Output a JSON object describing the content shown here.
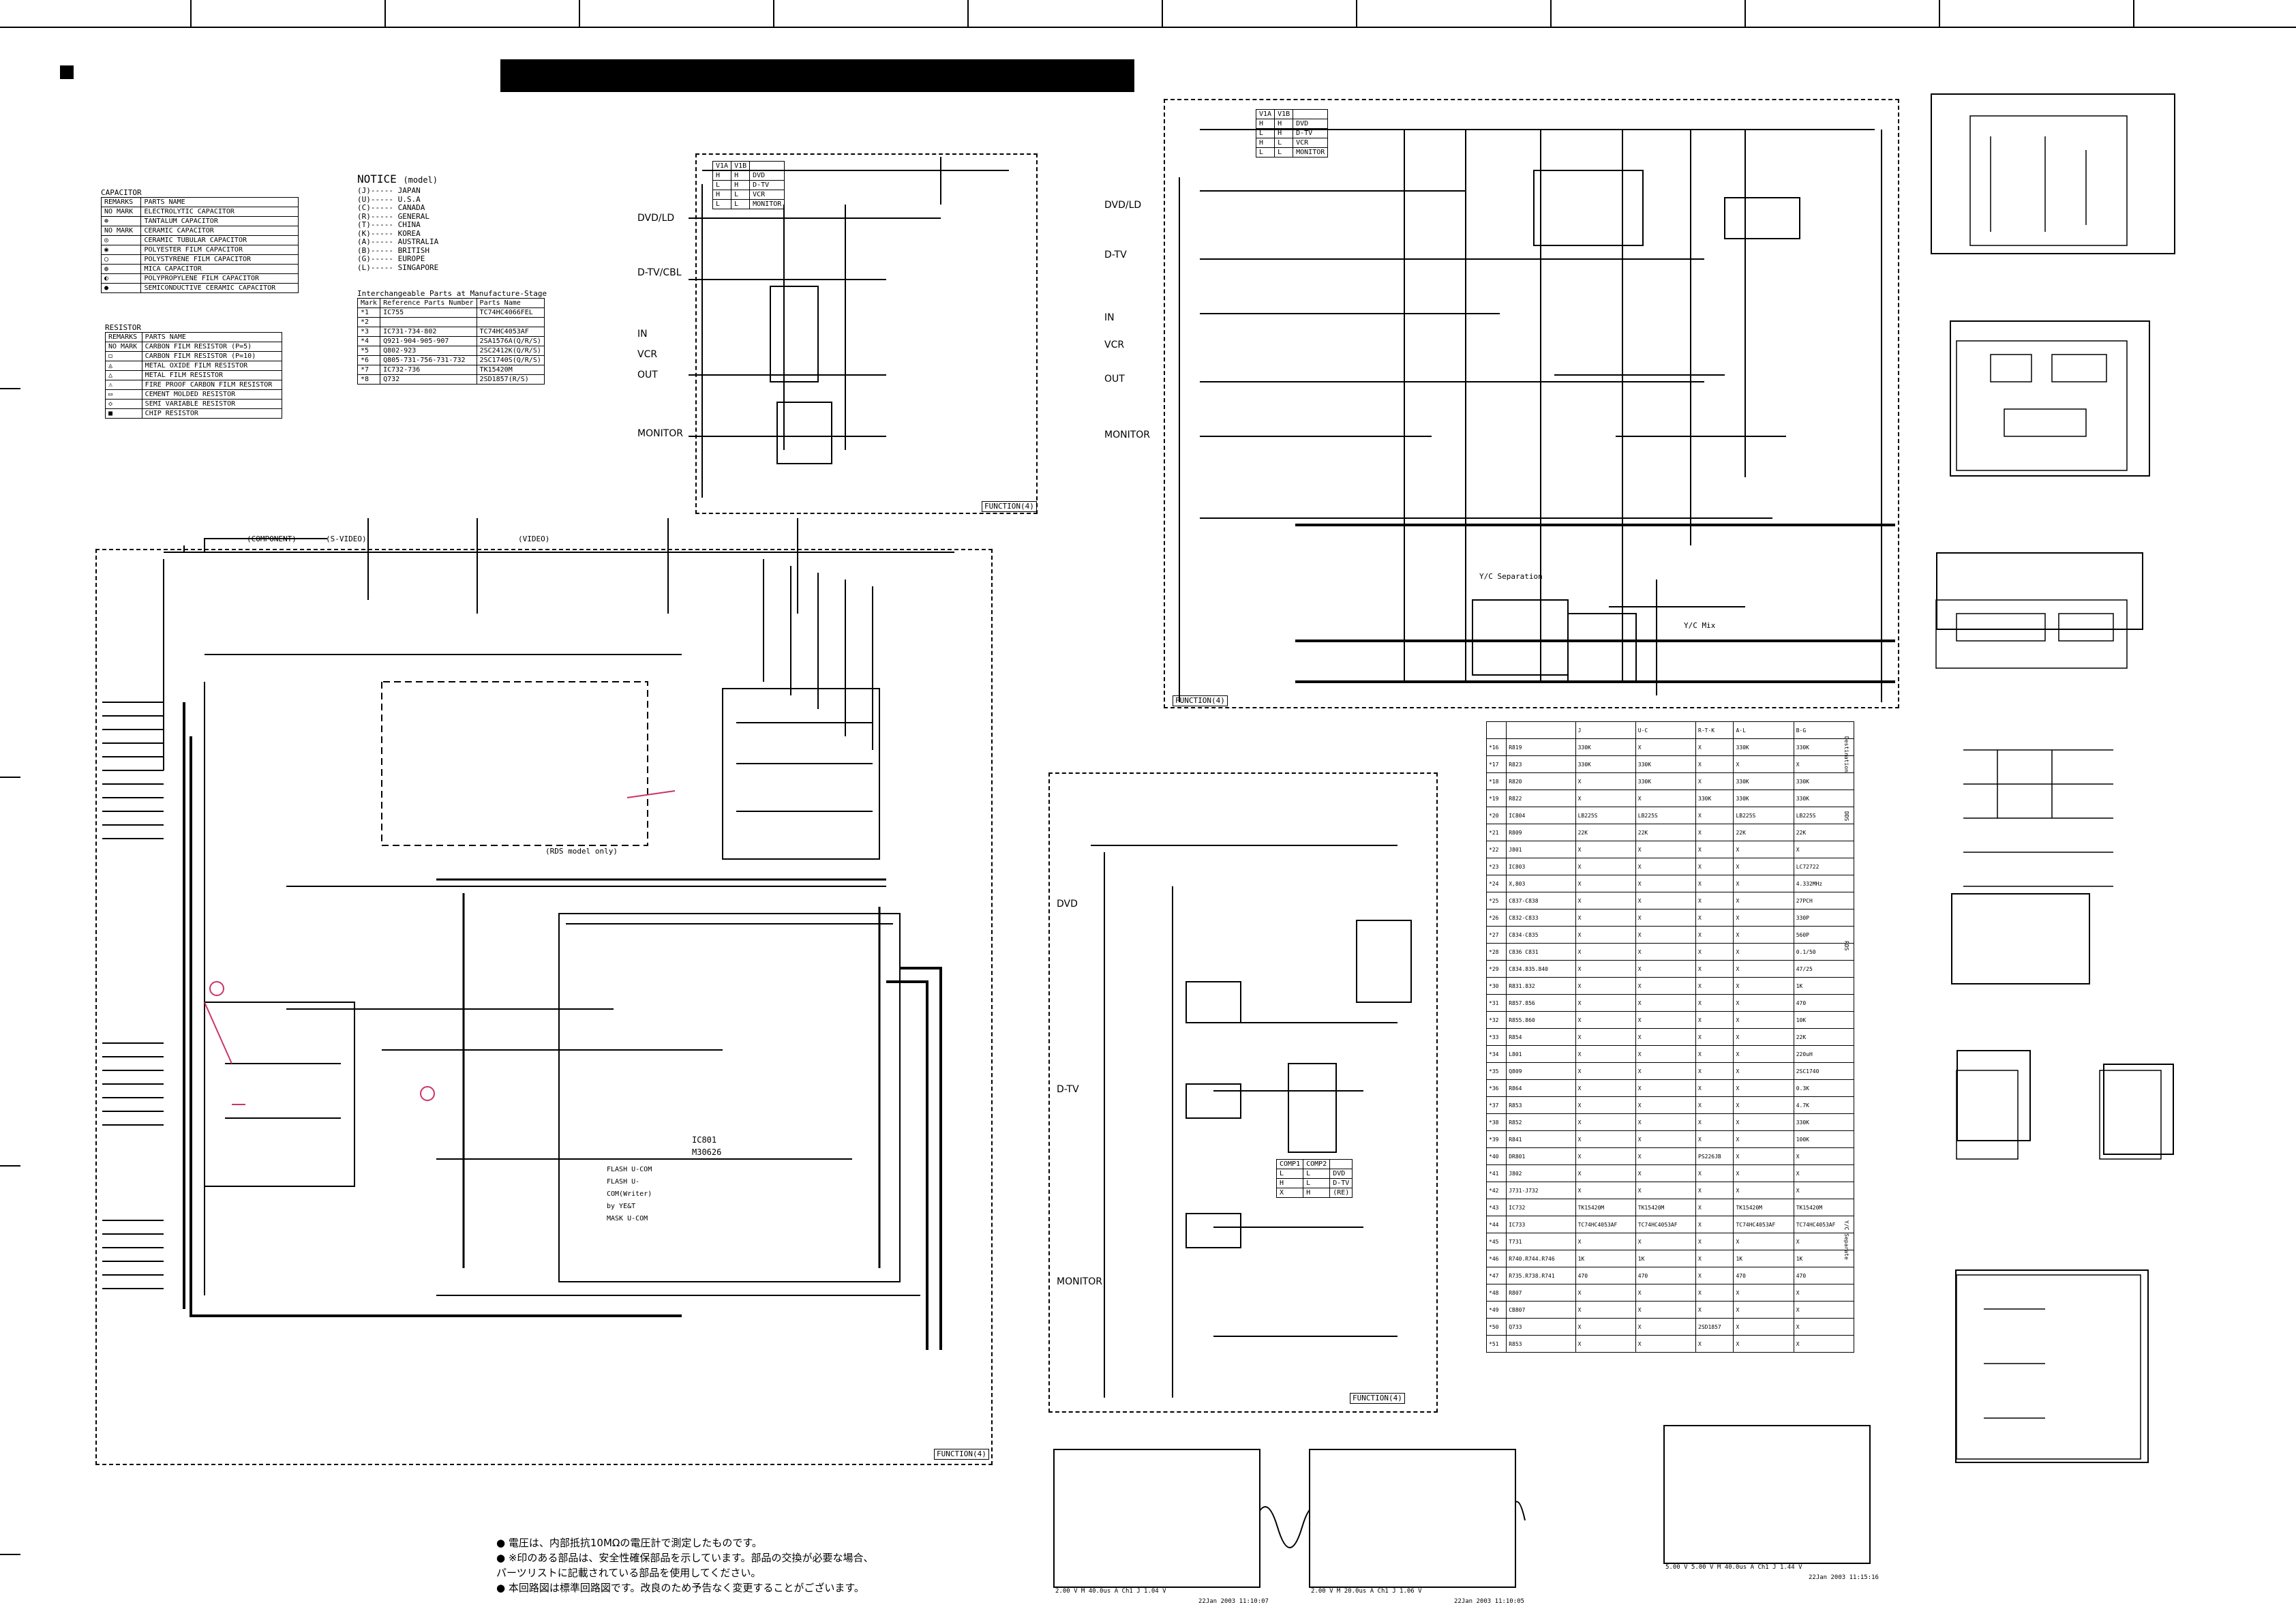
{
  "notice": {
    "title": "NOTICE",
    "subtitle": "(model)",
    "items": [
      {
        "code": "(J)",
        "region": "JAPAN"
      },
      {
        "code": "(U)",
        "region": "U.S.A"
      },
      {
        "code": "(C)",
        "region": "CANADA"
      },
      {
        "code": "(R)",
        "region": "GENERAL"
      },
      {
        "code": "(T)",
        "region": "CHINA"
      },
      {
        "code": "(K)",
        "region": "KOREA"
      },
      {
        "code": "(A)",
        "region": "AUSTRALIA"
      },
      {
        "code": "(B)",
        "region": "BRITISH"
      },
      {
        "code": "(G)",
        "region": "EUROPE"
      },
      {
        "code": "(L)",
        "region": "SINGAPORE"
      }
    ]
  },
  "capacitor_legend": {
    "title": "CAPACITOR",
    "headers": [
      "REMARKS",
      "PARTS NAME"
    ],
    "rows": [
      {
        "mark": "NO MARK",
        "name": "ELECTROLYTIC CAPACITOR"
      },
      {
        "mark": "⊛",
        "name": "TANTALUM CAPACITOR"
      },
      {
        "mark": "NO MARK",
        "name": "CERAMIC CAPACITOR"
      },
      {
        "mark": "◎",
        "name": "CERAMIC TUBULAR CAPACITOR"
      },
      {
        "mark": "◉",
        "name": "POLYESTER FILM CAPACITOR"
      },
      {
        "mark": "◯",
        "name": "POLYSTYRENE FILM CAPACITOR"
      },
      {
        "mark": "◍",
        "name": "MICA CAPACITOR"
      },
      {
        "mark": "◐",
        "name": "POLYPROPYLENE FILM CAPACITOR"
      },
      {
        "mark": "●",
        "name": "SEMICONDUCTIVE CERAMIC CAPACITOR"
      }
    ]
  },
  "resistor_legend": {
    "title": "RESISTOR",
    "headers": [
      "REMARKS",
      "PARTS NAME"
    ],
    "rows": [
      {
        "mark": "NO MARK",
        "name": "CARBON FILM RESISTOR (P=5)"
      },
      {
        "mark": "◻",
        "name": "CARBON FILM RESISTOR (P=10)"
      },
      {
        "mark": "◬",
        "name": "METAL OXIDE FILM RESISTOR"
      },
      {
        "mark": "△",
        "name": "METAL FILM RESISTOR"
      },
      {
        "mark": "⚠",
        "name": "FIRE PROOF CARBON FILM RESISTOR"
      },
      {
        "mark": "▭",
        "name": "CEMENT MOLDED RESISTOR"
      },
      {
        "mark": "◇",
        "name": "SEMI VARIABLE RESISTOR"
      },
      {
        "mark": "■",
        "name": "CHIP RESISTOR"
      }
    ]
  },
  "interchangeable": {
    "title": "Interchangeable Parts at Manufacture-Stage",
    "headers": [
      "Mark",
      "Reference Parts Number",
      "Parts Name"
    ],
    "rows": [
      {
        "mark": "*1",
        "ref": "IC755",
        "name": "TC74HC4066FEL"
      },
      {
        "mark": "*2",
        "ref": "",
        "name": ""
      },
      {
        "mark": "*3",
        "ref": "IC731-734-802",
        "name": "TC74HC4053AF"
      },
      {
        "mark": "*4",
        "ref": "Q921-904-905-907",
        "name": "2SA1576A(Q/R/S)"
      },
      {
        "mark": "*5",
        "ref": "Q802-923",
        "name": "2SC2412K(Q/R/S)"
      },
      {
        "mark": "*6",
        "ref": "Q805-731-756-731-732",
        "name": "2SC1740S(Q/R/S)"
      },
      {
        "mark": "*7",
        "ref": "IC732-736",
        "name": "TK15420M"
      },
      {
        "mark": "*8",
        "ref": "Q732",
        "name": "2SD1857(R/S)"
      }
    ]
  },
  "function_tags": [
    "FUNCTION(4)",
    "FUNCTION(4)",
    "FUNCTION(4)",
    "FUNCTION(4)"
  ],
  "ports_top_left": [
    "DVD/LD",
    "D-TV/CBL",
    "IN",
    "VCR",
    "OUT",
    "MONITOR"
  ],
  "ports_top_right": [
    "DVD/LD",
    "D-TV",
    "IN",
    "VCR",
    "OUT",
    "MONITOR"
  ],
  "ports_mid": [
    "DVD",
    "D-TV",
    "MONITOR"
  ],
  "truth_table": {
    "headers": [
      "V1A",
      "V1B",
      ""
    ],
    "rows": [
      [
        "H",
        "H",
        "DVD"
      ],
      [
        "L",
        "H",
        "D-TV"
      ],
      [
        "H",
        "L",
        "VCR"
      ],
      [
        "L",
        "L",
        "MONITOR"
      ]
    ]
  },
  "comp_table": {
    "headers": [
      "COMP1",
      "COMP2",
      ""
    ],
    "rows": [
      [
        "L",
        "L",
        "DVD"
      ],
      [
        "H",
        "L",
        "D-TV"
      ],
      [
        "X",
        "H",
        "(RE)"
      ]
    ]
  },
  "ic_main": {
    "name": "IC801",
    "model": "M30626",
    "notes": [
      "FLASH U-COM",
      "FLASH U-COM(Writer) by YE&T",
      "MASK U-COM"
    ]
  },
  "section_labels": [
    "(COMPONENT)",
    "(S-VIDEO)",
    "(VIDEO)",
    "(RDS model only)",
    "Y/C Separation",
    "Y/C Mix"
  ],
  "parts_table": {
    "headers": [
      "",
      "",
      "J",
      "U·C",
      "R·T·K",
      "A·L",
      "B·G"
    ],
    "rows": [
      [
        "*16",
        "R819",
        "330K",
        "X",
        "X",
        "330K",
        "330K"
      ],
      [
        "*17",
        "R823",
        "330K",
        "330K",
        "X",
        "X",
        "X"
      ],
      [
        "*18",
        "R820",
        "X",
        "330K",
        "X",
        "330K",
        "330K"
      ],
      [
        "*19",
        "R822",
        "X",
        "X",
        "330K",
        "330K",
        "330K"
      ],
      [
        "*20",
        "IC804",
        "LB225S",
        "LB225S",
        "X",
        "LB225S",
        "LB225S"
      ],
      [
        "*21",
        "R809",
        "22K",
        "22K",
        "X",
        "22K",
        "22K"
      ],
      [
        "*22",
        "J801",
        "X",
        "X",
        "X",
        "X",
        "X"
      ],
      [
        "*23",
        "IC803",
        "X",
        "X",
        "X",
        "X",
        "LC72722"
      ],
      [
        "*24",
        "X,803",
        "X",
        "X",
        "X",
        "X",
        "4.332MHz"
      ],
      [
        "*25",
        "C837-C838",
        "X",
        "X",
        "X",
        "X",
        "27PCH"
      ],
      [
        "*26",
        "C832-C833",
        "X",
        "X",
        "X",
        "X",
        "330P"
      ],
      [
        "*27",
        "C834-C835",
        "X",
        "X",
        "X",
        "X",
        "560P"
      ],
      [
        "*28",
        "C836 C831",
        "X",
        "X",
        "X",
        "X",
        "0.1/50"
      ],
      [
        "*29",
        "C834.835.840",
        "X",
        "X",
        "X",
        "X",
        "47/25"
      ],
      [
        "*30",
        "R831.832",
        "X",
        "X",
        "X",
        "X",
        "1K"
      ],
      [
        "*31",
        "R857.856",
        "X",
        "X",
        "X",
        "X",
        "470"
      ],
      [
        "*32",
        "R855.860",
        "X",
        "X",
        "X",
        "X",
        "10K"
      ],
      [
        "*33",
        "R854",
        "X",
        "X",
        "X",
        "X",
        "22K"
      ],
      [
        "*34",
        "L801",
        "X",
        "X",
        "X",
        "X",
        "220uH"
      ],
      [
        "*35",
        "Q809",
        "X",
        "X",
        "X",
        "X",
        "2SC1740"
      ],
      [
        "*36",
        "R864",
        "X",
        "X",
        "X",
        "X",
        "0.3K"
      ],
      [
        "*37",
        "R853",
        "X",
        "X",
        "X",
        "X",
        "4.7K"
      ],
      [
        "*38",
        "R852",
        "X",
        "X",
        "X",
        "X",
        "330K"
      ],
      [
        "*39",
        "R841",
        "X",
        "X",
        "X",
        "X",
        "100K"
      ],
      [
        "*40",
        "DR801",
        "X",
        "X",
        "PS226JB",
        "X",
        "X"
      ],
      [
        "*41",
        "J802",
        "X",
        "X",
        "X",
        "X",
        "X"
      ],
      [
        "*42",
        "J731-J732",
        "X",
        "X",
        "X",
        "X",
        "X"
      ],
      [
        "*43",
        "IC732",
        "TK15420M",
        "TK15420M",
        "X",
        "TK15420M",
        "TK15420M"
      ],
      [
        "*44",
        "IC733",
        "TC74HC4053AF",
        "TC74HC4053AF",
        "X",
        "TC74HC4053AF",
        "TC74HC4053AF"
      ],
      [
        "*45",
        "T731",
        "X",
        "X",
        "X",
        "X",
        "X"
      ],
      [
        "*46",
        "R740.R744.R746",
        "1K",
        "1K",
        "X",
        "1K",
        "1K"
      ],
      [
        "*47",
        "R735.R738.R741",
        "470",
        "470",
        "X",
        "470",
        "470"
      ],
      [
        "*48",
        "R807",
        "X",
        "X",
        "X",
        "X",
        "X"
      ],
      [
        "*49",
        "CB807",
        "X",
        "X",
        "X",
        "X",
        "X"
      ],
      [
        "*50",
        "Q733",
        "X",
        "X",
        "2SD1857",
        "X",
        "X"
      ],
      [
        "*51",
        "R853",
        "X",
        "X",
        "X",
        "X",
        "X"
      ]
    ],
    "side_labels": [
      "Destination",
      "DDS",
      "RDS",
      "Y/C Separate"
    ]
  },
  "notes_jp": [
    "● 電圧は、内部抵抗10MΩの電圧計で測定したものです。",
    "● ※印のある部品は、安全性確保部品を示しています。部品の交換が必要な場合、",
    "  パーツリストに記載されている部品を使用してください。",
    "● 本回路図は標準回路図です。改良のため予告なく変更することがございます。"
  ],
  "scope_captions": [
    {
      "bottom": "2.00 V      M 40.0us  A Ch1 J  1.04 V",
      "date": "22Jan 2003 11:10:07"
    },
    {
      "bottom": "2.00 V      M 20.0us  A Ch1 J  1.06 V",
      "date": "22Jan 2003 11:10:05"
    },
    {
      "bottom": "5.00 V   5.00 V   M 40.0us  A Ch1 J  1.44 V",
      "date": "22Jan 2003 11:15:16"
    }
  ],
  "colors": {
    "ink": "#000000",
    "paper": "#ffffff",
    "annotation": "#cc3366"
  }
}
